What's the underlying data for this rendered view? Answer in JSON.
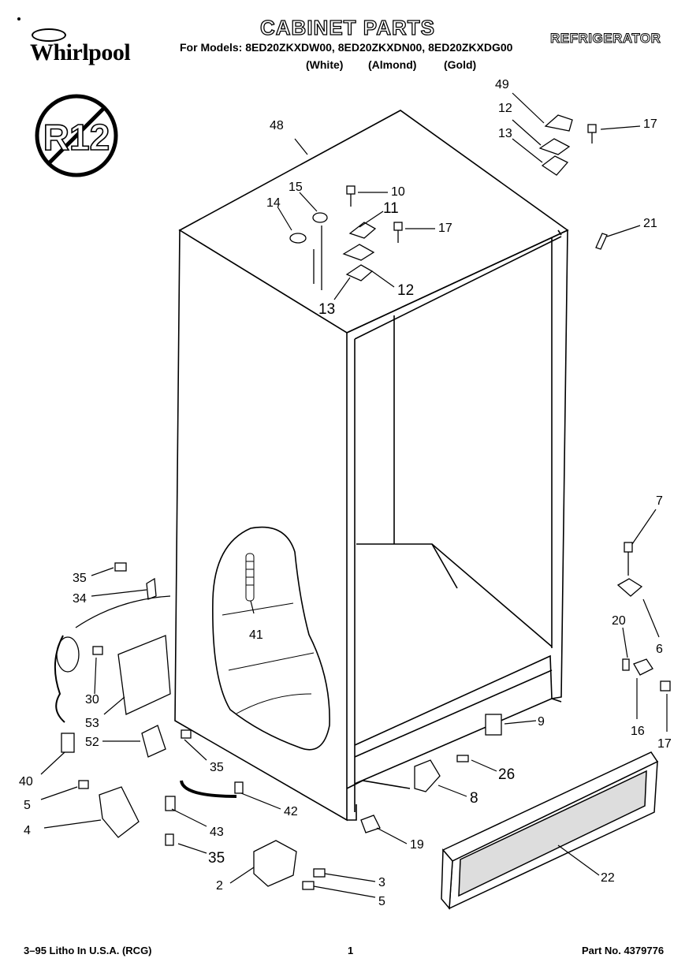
{
  "brand": {
    "logo_text": "Whirlpool",
    "logo_icon": "whirlpool-swoosh-logo"
  },
  "header": {
    "title": "CABINET PARTS",
    "models_line": "For Models: 8ED20ZKXDW00, 8ED20ZKXDN00, 8ED20ZKXDG00",
    "colors": [
      "(White)",
      "(Almond)",
      "(Gold)"
    ],
    "category": "REFRIGERATOR"
  },
  "badge": {
    "text": "R12",
    "icon": "no-r12-symbol"
  },
  "diagram": {
    "labels": [
      "48",
      "49",
      "12",
      "13",
      "17",
      "15",
      "14",
      "10",
      "11",
      "17",
      "12",
      "13",
      "21",
      "7",
      "6",
      "20",
      "16",
      "17",
      "9",
      "26",
      "8",
      "22",
      "19",
      "35",
      "34",
      "41",
      "30",
      "53",
      "52",
      "40",
      "35",
      "5",
      "4",
      "43",
      "35",
      "42",
      "2",
      "3",
      "5"
    ]
  },
  "footer": {
    "left": "3–95 Litho In U.S.A. (RCG)",
    "center": "1",
    "right": "Part No. 4379776"
  }
}
